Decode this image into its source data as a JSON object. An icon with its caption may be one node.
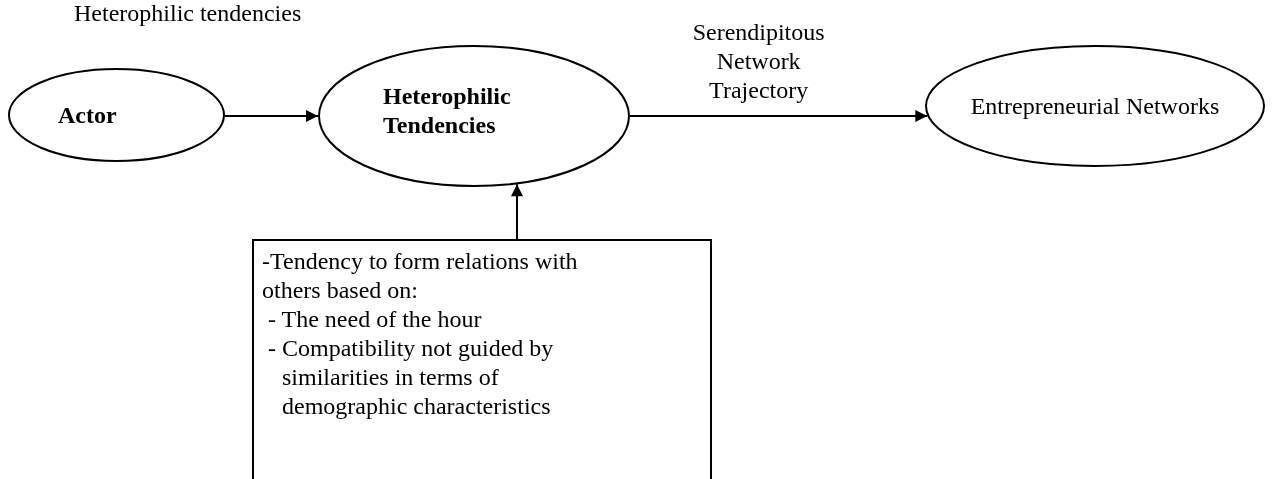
{
  "diagram": {
    "title": "Heterophilic tendencies",
    "nodes": [
      {
        "text": [
          "Actor"
        ]
      },
      {
        "text": [
          "Heterophilic Tendencies"
        ]
      },
      {
        "text": [
          "Entrepreneurial Networks"
        ]
      },
      {
        "text": [
          "-Tendency to form relations with others based on:",
          "- The need of the hour",
          "- Compatibility not guided by similarities in terms of demographic characteristics"
        ]
      }
    ],
    "edges": [
      {
        "from": 0,
        "to": 1,
        "arrow": "to"
      },
      {
        "from": 1,
        "to": 2,
        "arrow": "to",
        "label": "Serendipitous Network Trajectory"
      },
      {
        "from": 3,
        "to": 1,
        "arrow": "to"
      }
    ]
  }
}
